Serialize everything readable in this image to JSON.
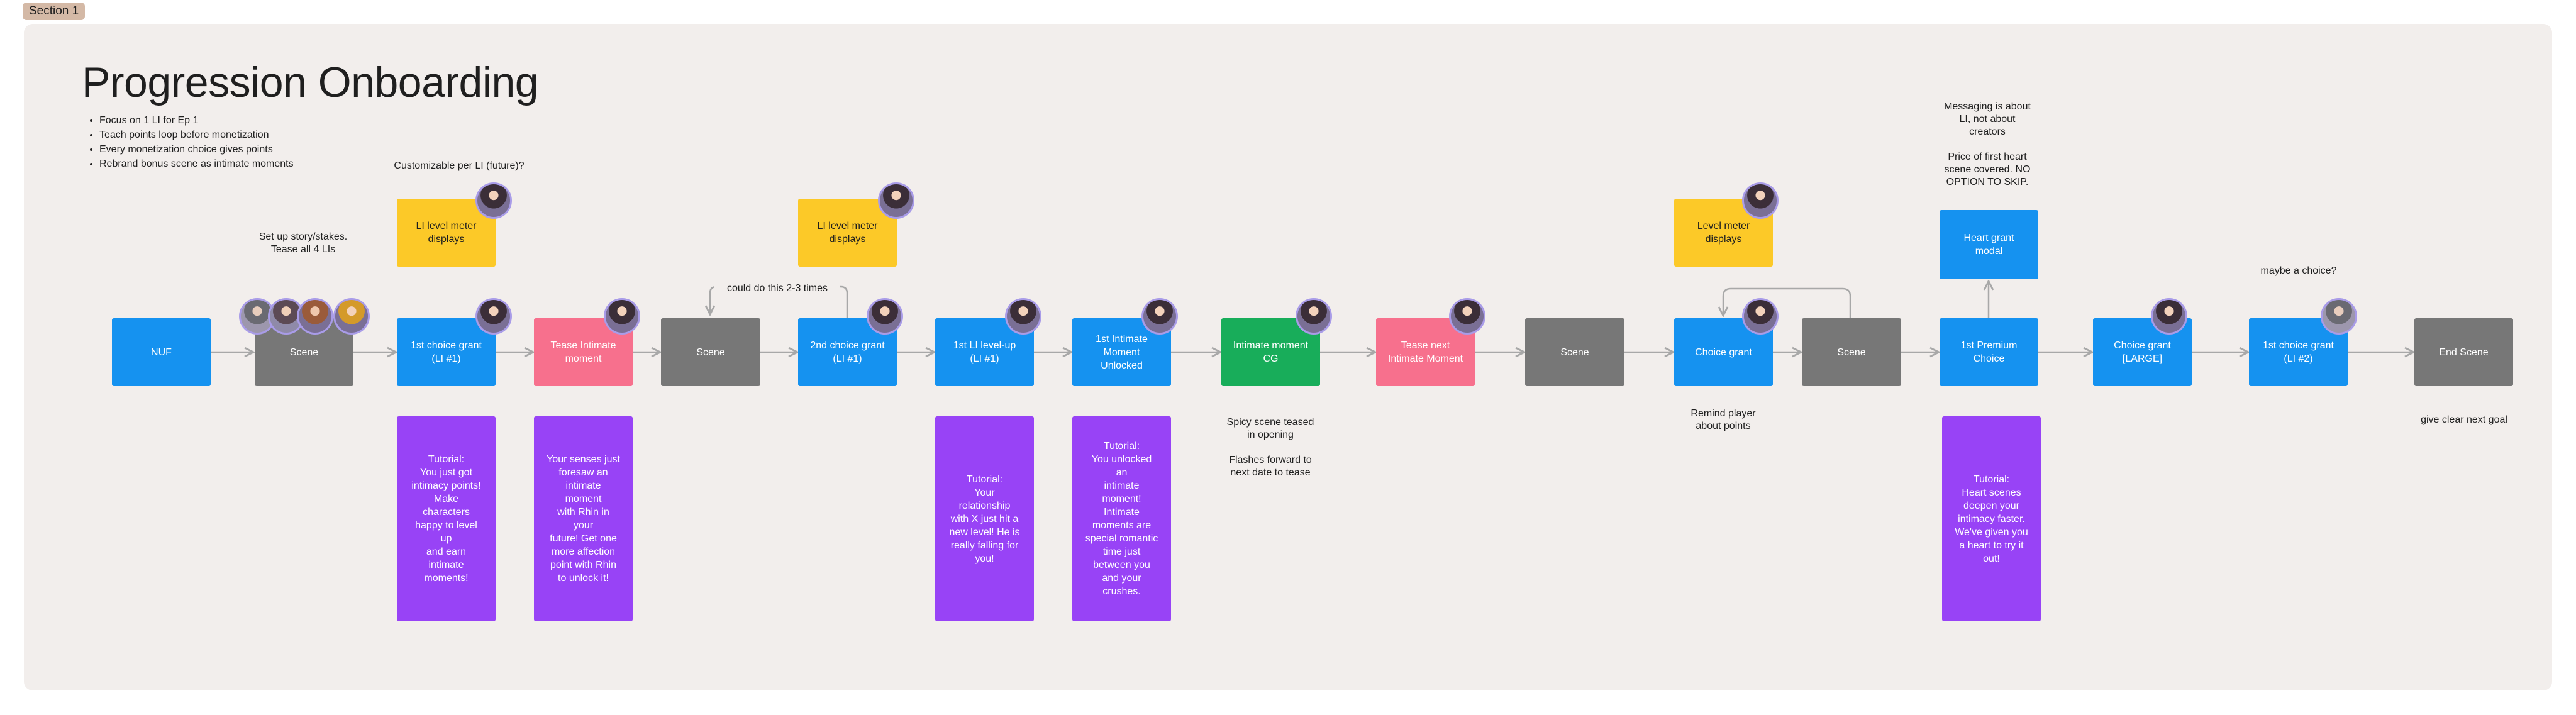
{
  "section_label": "Section 1",
  "title": "Progression Onboarding",
  "bullets": [
    "Focus on 1 LI for Ep 1",
    "Teach points loop before monetization",
    "Every monetization choice gives points",
    "Rebrand bonus scene as intimate moments"
  ],
  "nodes": {
    "nuf": "NUF",
    "scene1": "Scene",
    "choice_grant_1": "1st choice grant\n(LI #1)",
    "tease_intimate": "Tease Intimate\nmoment",
    "scene2": "Scene",
    "choice_grant_2": "2nd choice grant\n(LI #1)",
    "level_up": "1st LI level-up\n(LI #1)",
    "intimate_unlocked": "1st Intimate\nMoment\nUnlocked",
    "intimate_cg": "Intimate moment\nCG",
    "tease_next": "Tease next\nIntimate Moment",
    "scene3": "Scene",
    "choice_grant": "Choice grant",
    "scene4": "Scene",
    "premium_choice": "1st Premium\nChoice",
    "choice_grant_large": "Choice grant\n[LARGE]",
    "choice_grant_li2": "1st choice grant\n(LI #2)",
    "end_scene": "End Scene",
    "level_meter_1": "LI level meter\ndisplays",
    "level_meter_2": "LI level meter\ndisplays",
    "level_meter_3": "Level meter\ndisplays",
    "heart_modal": "Heart grant\nmodal"
  },
  "tutorials": {
    "t1": "Tutorial:\nYou just got\nintimacy points!\nMake characters\nhappy to level up\nand earn\nintimate\nmoments!",
    "t2": "Your senses just\nforesaw an\nintimate moment\nwith Rhin in your\nfuture! Get one\nmore affection\npoint with Rhin\nto unlock it!",
    "t3": "Tutorial:\nYour relationship\nwith X just hit a\nnew level!  He is\nreally falling for\nyou!",
    "t4": "Tutorial:\nYou unlocked an\nintimate\nmoment!\nIntimate\nmoments are\nspecial romantic\ntime just\nbetween you\nand your\ncrushes.",
    "t5": "Tutorial:\nHeart scenes\ndeepen your\nintimacy faster.\nWe've given you\na heart to try it\nout!"
  },
  "notes": {
    "customizable": "Customizable per LI (future)?",
    "setup": "Set up story/stakes.\nTease all 4 LIs",
    "loop": "could do this 2-3 times",
    "spicy": "Spicy scene teased\nin opening\n\nFlashes forward to\nnext date to tease",
    "remind": "Remind player\nabout points",
    "messaging": "Messaging is about\nLI, not about\ncreators\n\nPrice of first heart\nscene covered.  NO\nOPTION TO SKIP.",
    "maybe": "maybe a choice?",
    "goal": "give clear next goal"
  },
  "colors": {
    "blue": "#1592f0",
    "gray": "#777777",
    "pink": "#f7708d",
    "green": "#18ad5a",
    "yellow": "#fcc928",
    "purple": "#9843f6",
    "canvas": "#f2eeec",
    "connector": "#a8a8a8"
  }
}
